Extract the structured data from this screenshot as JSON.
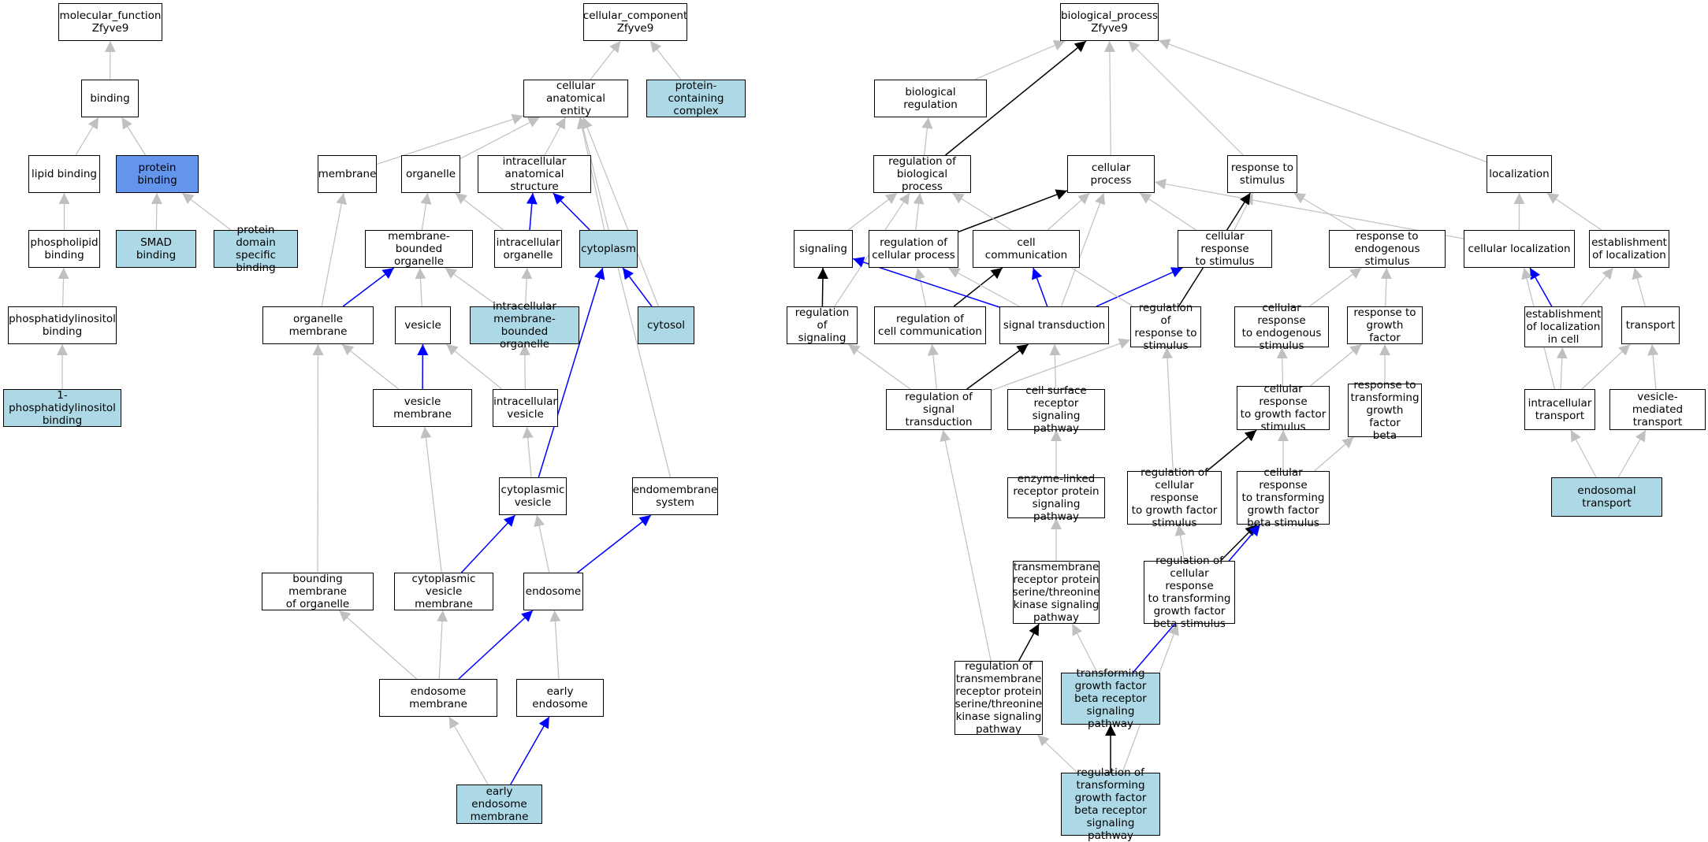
{
  "palette": {
    "edge_default": "#c0c0c0",
    "edge_black": "#000000",
    "edge_blue": "#0000ff",
    "node_fill": "#ffffff",
    "node_highlight": "#add8e6",
    "node_selected": "#6495ed"
  },
  "nodes": {
    "mf_root": {
      "label": "molecular_function\nZfyve9",
      "style": "plain"
    },
    "binding": {
      "label": "binding",
      "style": "plain"
    },
    "lipid_binding": {
      "label": "lipid binding",
      "style": "plain"
    },
    "protein_binding": {
      "label": "protein binding",
      "style": "selected"
    },
    "phospholipid_binding": {
      "label": "phospholipid\nbinding",
      "style": "plain"
    },
    "smad_binding": {
      "label": "SMAD binding",
      "style": "highlight"
    },
    "protein_domain_binding": {
      "label": "protein domain\nspecific binding",
      "style": "highlight"
    },
    "ptdins_binding": {
      "label": "phosphatidylinositol\nbinding",
      "style": "plain"
    },
    "ptdins1_binding": {
      "label": "1-phosphatidylinositol\nbinding",
      "style": "highlight"
    },
    "cc_root": {
      "label": "cellular_component\nZfyve9",
      "style": "plain"
    },
    "cell_anat": {
      "label": "cellular anatomical\nentity",
      "style": "plain"
    },
    "protein_complex": {
      "label": "protein-containing\ncomplex",
      "style": "highlight"
    },
    "membrane": {
      "label": "membrane",
      "style": "plain"
    },
    "organelle": {
      "label": "organelle",
      "style": "plain"
    },
    "intracell_anat": {
      "label": "intracellular\nanatomical structure",
      "style": "plain"
    },
    "mem_bound_org": {
      "label": "membrane-bounded\norganelle",
      "style": "plain"
    },
    "intracell_org": {
      "label": "intracellular\norganelle",
      "style": "plain"
    },
    "cytoplasm": {
      "label": "cytoplasm",
      "style": "highlight"
    },
    "organelle_membrane": {
      "label": "organelle membrane",
      "style": "plain"
    },
    "vesicle": {
      "label": "vesicle",
      "style": "plain"
    },
    "intracell_mem_org": {
      "label": "intracellular\nmembrane-bounded\norganelle",
      "style": "highlight"
    },
    "cytosol": {
      "label": "cytosol",
      "style": "highlight"
    },
    "vesicle_membrane": {
      "label": "vesicle membrane",
      "style": "plain"
    },
    "intracell_vesicle": {
      "label": "intracellular\nvesicle",
      "style": "plain"
    },
    "cyto_vesicle": {
      "label": "cytoplasmic\nvesicle",
      "style": "plain"
    },
    "endomembrane": {
      "label": "endomembrane\nsystem",
      "style": "plain"
    },
    "bounding_membrane": {
      "label": "bounding membrane\nof organelle",
      "style": "plain"
    },
    "cyto_vesicle_membrane": {
      "label": "cytoplasmic\nvesicle membrane",
      "style": "plain"
    },
    "endosome": {
      "label": "endosome",
      "style": "plain"
    },
    "endosome_membrane": {
      "label": "endosome membrane",
      "style": "plain"
    },
    "early_endosome": {
      "label": "early endosome",
      "style": "plain"
    },
    "early_endosome_membrane": {
      "label": "early endosome\nmembrane",
      "style": "highlight"
    },
    "bp_root": {
      "label": "biological_process\nZfyve9",
      "style": "plain"
    },
    "bio_reg": {
      "label": "biological regulation",
      "style": "plain"
    },
    "reg_bio": {
      "label": "regulation of\nbiological process",
      "style": "plain"
    },
    "cell_proc": {
      "label": "cellular process",
      "style": "plain"
    },
    "resp_stim": {
      "label": "response to\nstimulus",
      "style": "plain"
    },
    "localization": {
      "label": "localization",
      "style": "plain"
    },
    "signaling": {
      "label": "signaling",
      "style": "plain"
    },
    "reg_cell_proc": {
      "label": "regulation of\ncellular process",
      "style": "plain"
    },
    "cell_comm": {
      "label": "cell communication",
      "style": "plain"
    },
    "cell_resp_stim": {
      "label": "cellular response\nto stimulus",
      "style": "plain"
    },
    "resp_endo": {
      "label": "response to\nendogenous stimulus",
      "style": "plain"
    },
    "cell_loc": {
      "label": "cellular localization",
      "style": "plain"
    },
    "estab_loc": {
      "label": "establishment\nof localization",
      "style": "plain"
    },
    "reg_signaling": {
      "label": "regulation of\nsignaling",
      "style": "plain"
    },
    "reg_cell_comm": {
      "label": "regulation of\ncell communication",
      "style": "plain"
    },
    "sig_trans": {
      "label": "signal transduction",
      "style": "plain"
    },
    "reg_resp_stim": {
      "label": "regulation of\nresponse to\nstimulus",
      "style": "plain"
    },
    "cell_resp_endo": {
      "label": "cellular response\nto endogenous\nstimulus",
      "style": "plain"
    },
    "resp_gf": {
      "label": "response to\ngrowth factor",
      "style": "plain"
    },
    "estab_loc_cell": {
      "label": "establishment\nof localization\nin cell",
      "style": "plain"
    },
    "transport": {
      "label": "transport",
      "style": "plain"
    },
    "reg_sig_trans": {
      "label": "regulation of\nsignal transduction",
      "style": "plain"
    },
    "cell_surface": {
      "label": "cell surface\nreceptor signaling\npathway",
      "style": "plain"
    },
    "cell_resp_gf": {
      "label": "cellular response\nto growth factor\nstimulus",
      "style": "plain"
    },
    "resp_tgfb": {
      "label": "response to\ntransforming\ngrowth factor\nbeta",
      "style": "plain"
    },
    "intracell_transport": {
      "label": "intracellular\ntransport",
      "style": "plain"
    },
    "vesicle_transport": {
      "label": "vesicle-mediated\ntransport",
      "style": "plain"
    },
    "enzyme_linked": {
      "label": "enzyme-linked\nreceptor protein\nsignaling pathway",
      "style": "plain"
    },
    "reg_cell_resp_gf": {
      "label": "regulation of\ncellular response\nto growth factor\nstimulus",
      "style": "plain"
    },
    "cell_resp_tgfb": {
      "label": "cellular response\nto transforming\ngrowth factor\nbeta stimulus",
      "style": "plain"
    },
    "endosomal_transport": {
      "label": "endosomal transport",
      "style": "highlight"
    },
    "tm_ser_thr": {
      "label": "transmembrane\nreceptor protein\nserine/threonine\nkinase signaling\npathway",
      "style": "plain"
    },
    "reg_cell_resp_tgfb": {
      "label": "regulation of\ncellular response\nto transforming\ngrowth factor\nbeta stimulus",
      "style": "plain"
    },
    "reg_tm_ser_thr": {
      "label": "regulation of\ntransmembrane\nreceptor protein\nserine/threonine\nkinase signaling\npathway",
      "style": "plain"
    },
    "tgfb_pathway": {
      "label": "transforming\ngrowth factor\nbeta receptor\nsignaling pathway",
      "style": "highlight"
    },
    "reg_tgfb_pathway": {
      "label": "regulation of\ntransforming\ngrowth factor\nbeta receptor\nsignaling pathway",
      "style": "highlight"
    }
  },
  "edges": [
    [
      "binding",
      "mf_root",
      "gray"
    ],
    [
      "lipid_binding",
      "binding",
      "gray"
    ],
    [
      "protein_binding",
      "binding",
      "gray"
    ],
    [
      "phospholipid_binding",
      "lipid_binding",
      "gray"
    ],
    [
      "smad_binding",
      "protein_binding",
      "gray"
    ],
    [
      "protein_domain_binding",
      "protein_binding",
      "gray"
    ],
    [
      "ptdins_binding",
      "phospholipid_binding",
      "gray"
    ],
    [
      "ptdins1_binding",
      "ptdins_binding",
      "gray"
    ],
    [
      "cell_anat",
      "cc_root",
      "gray"
    ],
    [
      "protein_complex",
      "cc_root",
      "gray"
    ],
    [
      "membrane",
      "cell_anat",
      "gray"
    ],
    [
      "organelle",
      "cell_anat",
      "gray"
    ],
    [
      "intracell_anat",
      "cell_anat",
      "gray"
    ],
    [
      "cytoplasm",
      "cell_anat",
      "gray"
    ],
    [
      "cytosol",
      "cell_anat",
      "gray"
    ],
    [
      "endomembrane",
      "cell_anat",
      "gray"
    ],
    [
      "mem_bound_org",
      "organelle",
      "gray"
    ],
    [
      "intracell_org",
      "organelle",
      "gray"
    ],
    [
      "intracell_org",
      "intracell_anat",
      "blue"
    ],
    [
      "cytoplasm",
      "intracell_anat",
      "blue"
    ],
    [
      "organelle_membrane",
      "membrane",
      "gray"
    ],
    [
      "organelle_membrane",
      "mem_bound_org",
      "blue"
    ],
    [
      "vesicle",
      "mem_bound_org",
      "gray"
    ],
    [
      "intracell_mem_org",
      "mem_bound_org",
      "gray"
    ],
    [
      "intracell_mem_org",
      "intracell_org",
      "gray"
    ],
    [
      "cytosol",
      "cytoplasm",
      "blue"
    ],
    [
      "vesicle_membrane",
      "organelle_membrane",
      "gray"
    ],
    [
      "vesicle_membrane",
      "vesicle",
      "blue"
    ],
    [
      "intracell_vesicle",
      "vesicle",
      "gray"
    ],
    [
      "intracell_vesicle",
      "intracell_mem_org",
      "gray"
    ],
    [
      "cyto_vesicle",
      "intracell_vesicle",
      "gray"
    ],
    [
      "cyto_vesicle",
      "cytoplasm",
      "blue"
    ],
    [
      "bounding_membrane",
      "organelle_membrane",
      "gray"
    ],
    [
      "cyto_vesicle_membrane",
      "vesicle_membrane",
      "gray"
    ],
    [
      "cyto_vesicle_membrane",
      "cyto_vesicle",
      "blue"
    ],
    [
      "endosome",
      "cyto_vesicle",
      "gray"
    ],
    [
      "endosome",
      "endomembrane",
      "blue"
    ],
    [
      "endosome_membrane",
      "bounding_membrane",
      "gray"
    ],
    [
      "endosome_membrane",
      "cyto_vesicle_membrane",
      "gray"
    ],
    [
      "endosome_membrane",
      "endosome",
      "blue"
    ],
    [
      "early_endosome",
      "endosome",
      "gray"
    ],
    [
      "early_endosome_membrane",
      "endosome_membrane",
      "gray"
    ],
    [
      "early_endosome_membrane",
      "early_endosome",
      "blue"
    ],
    [
      "bio_reg",
      "bp_root",
      "gray"
    ],
    [
      "reg_bio",
      "bp_root",
      "black"
    ],
    [
      "reg_bio",
      "bio_reg",
      "gray"
    ],
    [
      "cell_proc",
      "bp_root",
      "gray"
    ],
    [
      "resp_stim",
      "bp_root",
      "gray"
    ],
    [
      "localization",
      "bp_root",
      "gray"
    ],
    [
      "signaling",
      "reg_bio",
      "gray"
    ],
    [
      "reg_cell_proc",
      "reg_bio",
      "gray"
    ],
    [
      "reg_cell_proc",
      "cell_proc",
      "black"
    ],
    [
      "cell_comm",
      "cell_proc",
      "gray"
    ],
    [
      "cell_resp_stim",
      "cell_proc",
      "gray"
    ],
    [
      "cell_resp_stim",
      "resp_stim",
      "gray"
    ],
    [
      "cell_loc",
      "cell_proc",
      "gray"
    ],
    [
      "resp_endo",
      "resp_stim",
      "gray"
    ],
    [
      "cell_loc",
      "localization",
      "gray"
    ],
    [
      "estab_loc",
      "localization",
      "gray"
    ],
    [
      "reg_signaling",
      "reg_bio",
      "gray"
    ],
    [
      "reg_signaling",
      "signaling",
      "black"
    ],
    [
      "reg_cell_comm",
      "reg_cell_proc",
      "gray"
    ],
    [
      "reg_cell_comm",
      "cell_comm",
      "black"
    ],
    [
      "sig_trans",
      "signaling",
      "blue"
    ],
    [
      "sig_trans",
      "cell_comm",
      "blue"
    ],
    [
      "sig_trans",
      "cell_resp_stim",
      "blue"
    ],
    [
      "sig_trans",
      "cell_proc",
      "gray"
    ],
    [
      "sig_trans",
      "reg_cell_proc",
      "gray"
    ],
    [
      "reg_resp_stim",
      "reg_bio",
      "gray"
    ],
    [
      "reg_resp_stim",
      "resp_stim",
      "black"
    ],
    [
      "cell_resp_endo",
      "resp_endo",
      "gray"
    ],
    [
      "resp_gf",
      "resp_endo",
      "gray"
    ],
    [
      "estab_loc_cell",
      "cell_loc",
      "blue"
    ],
    [
      "estab_loc_cell",
      "estab_loc",
      "gray"
    ],
    [
      "transport",
      "estab_loc",
      "gray"
    ],
    [
      "reg_sig_trans",
      "reg_signaling",
      "gray"
    ],
    [
      "reg_sig_trans",
      "reg_cell_comm",
      "gray"
    ],
    [
      "reg_sig_trans",
      "sig_trans",
      "black"
    ],
    [
      "reg_sig_trans",
      "reg_resp_stim",
      "gray"
    ],
    [
      "cell_surface",
      "sig_trans",
      "gray"
    ],
    [
      "cell_resp_gf",
      "cell_resp_endo",
      "gray"
    ],
    [
      "cell_resp_gf",
      "resp_gf",
      "gray"
    ],
    [
      "resp_tgfb",
      "resp_gf",
      "gray"
    ],
    [
      "intracell_transport",
      "cell_loc",
      "gray"
    ],
    [
      "intracell_transport",
      "estab_loc_cell",
      "gray"
    ],
    [
      "intracell_transport",
      "transport",
      "gray"
    ],
    [
      "vesicle_transport",
      "transport",
      "gray"
    ],
    [
      "enzyme_linked",
      "cell_surface",
      "gray"
    ],
    [
      "reg_cell_resp_gf",
      "reg_resp_stim",
      "gray"
    ],
    [
      "reg_cell_resp_gf",
      "cell_resp_gf",
      "black"
    ],
    [
      "cell_resp_tgfb",
      "cell_resp_gf",
      "gray"
    ],
    [
      "cell_resp_tgfb",
      "resp_tgfb",
      "gray"
    ],
    [
      "endosomal_transport",
      "intracell_transport",
      "gray"
    ],
    [
      "endosomal_transport",
      "vesicle_transport",
      "gray"
    ],
    [
      "tm_ser_thr",
      "enzyme_linked",
      "gray"
    ],
    [
      "reg_cell_resp_tgfb",
      "reg_cell_resp_gf",
      "gray"
    ],
    [
      "reg_cell_resp_tgfb",
      "cell_resp_tgfb",
      "black"
    ],
    [
      "reg_tm_ser_thr",
      "reg_sig_trans",
      "gray"
    ],
    [
      "reg_tm_ser_thr",
      "tm_ser_thr",
      "black"
    ],
    [
      "tgfb_pathway",
      "tm_ser_thr",
      "gray"
    ],
    [
      "tgfb_pathway",
      "cell_resp_tgfb",
      "blue"
    ],
    [
      "reg_tgfb_pathway",
      "reg_tm_ser_thr",
      "gray"
    ],
    [
      "reg_tgfb_pathway",
      "tgfb_pathway",
      "black"
    ],
    [
      "reg_tgfb_pathway",
      "reg_cell_resp_tgfb",
      "gray"
    ]
  ]
}
